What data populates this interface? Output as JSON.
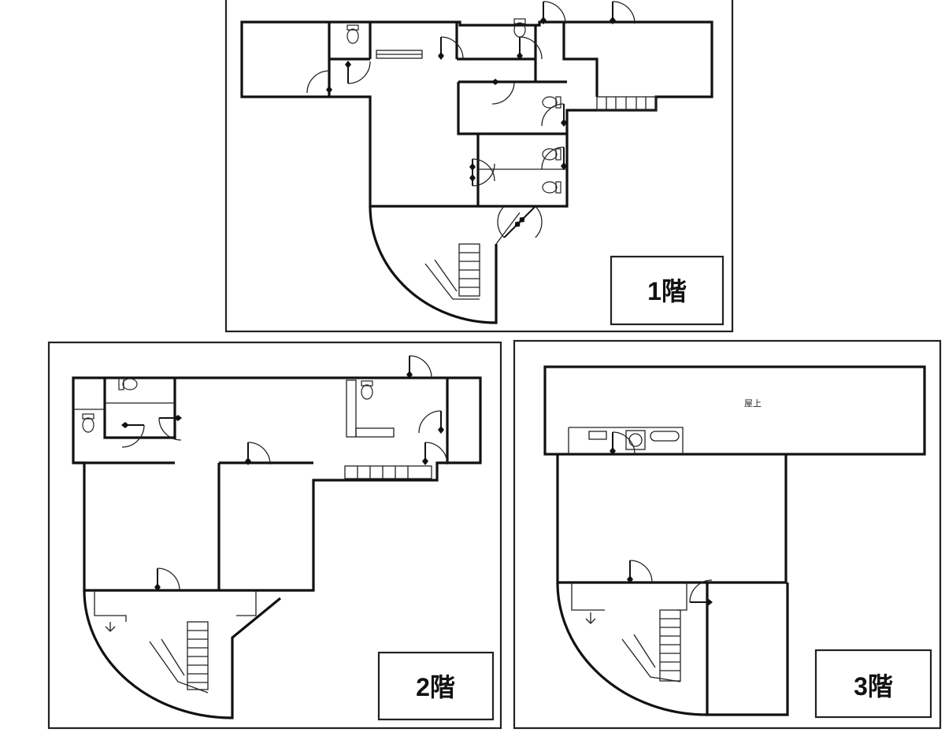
{
  "floors": {
    "f1": {
      "label": "1階"
    },
    "f2": {
      "label": "2階"
    },
    "f3": {
      "label": "3階",
      "rooftop_label": "屋上"
    }
  }
}
